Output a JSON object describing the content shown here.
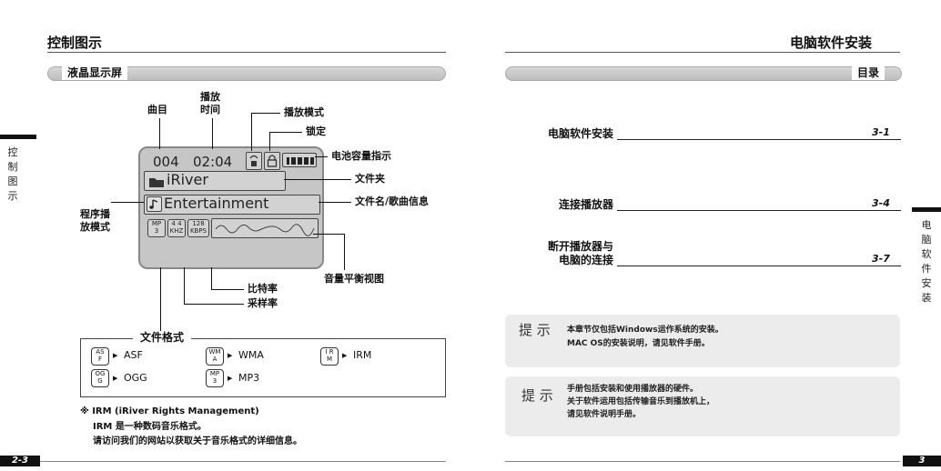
{
  "left": {
    "page_title": "控制图示",
    "side_tab": [
      "控",
      "制",
      "图",
      "示"
    ],
    "section_label": "液晶显示屏",
    "lcd": {
      "track": "004",
      "time": "02:04",
      "folder": "iRiver",
      "file": "Entertainment",
      "icon_mp3_top": "MP",
      "icon_mp3_bottom": "3",
      "khz_top": "4 4",
      "khz_bottom": "KHZ",
      "kbps_top": "128",
      "kbps_bottom": "KBPS"
    },
    "callouts": {
      "track_label": "曲目",
      "time_label_1": "播放",
      "time_label_2": "时间",
      "play_mode": "播放模式",
      "lock": "锁定",
      "battery": "电池容量指示",
      "folder": "文件夹",
      "file_info": "文件名/歌曲信息",
      "program_1": "程序播",
      "program_2": "放模式",
      "eq_view": "音量平衡视图",
      "bitrate": "比特率",
      "sample_rate": "采样率"
    },
    "formats": {
      "title": "文件格式",
      "items": [
        {
          "icon_top": "AS",
          "icon_bottom": "F",
          "name": "ASF"
        },
        {
          "icon_top": "WM",
          "icon_bottom": "A",
          "name": "WMA"
        },
        {
          "icon_top": "I R",
          "icon_bottom": "M",
          "name": "IRM"
        },
        {
          "icon_top": "OG",
          "icon_bottom": "G",
          "name": "OGG"
        },
        {
          "icon_top": "MP",
          "icon_bottom": "3",
          "name": "MP3"
        }
      ],
      "arrow": "▶"
    },
    "note_title": "※ IRM (iRiver Rights Management)",
    "note_line1": "IRM 是一种数码音乐格式。",
    "note_line2": "请访问我们的网站以获取关于音乐格式的详细信息。",
    "page_number": "2-3"
  },
  "right": {
    "page_title": "电脑软件安装",
    "side_tab": [
      "电",
      "脑",
      "软",
      "件",
      "安",
      "装"
    ],
    "section_label": "目录",
    "toc": [
      {
        "label": "电脑软件安装",
        "page": "3-1"
      },
      {
        "label": "连接播放器",
        "page": "3-4"
      },
      {
        "label_1": "断开播放器与",
        "label_2": "电脑的连接",
        "page": "3-7"
      }
    ],
    "notes": [
      {
        "head": "提 示",
        "lines": [
          "本章节仅包括Windows运作系统的安装。",
          "MAC OS的安装说明，请见软件手册。"
        ]
      },
      {
        "head": "提 示",
        "lines": [
          "手册包括安装和使用播放器的硬件。",
          "关于软件运用包括传输音乐到播放机上，",
          "请见软件说明手册。"
        ]
      }
    ],
    "page_number": "3"
  }
}
